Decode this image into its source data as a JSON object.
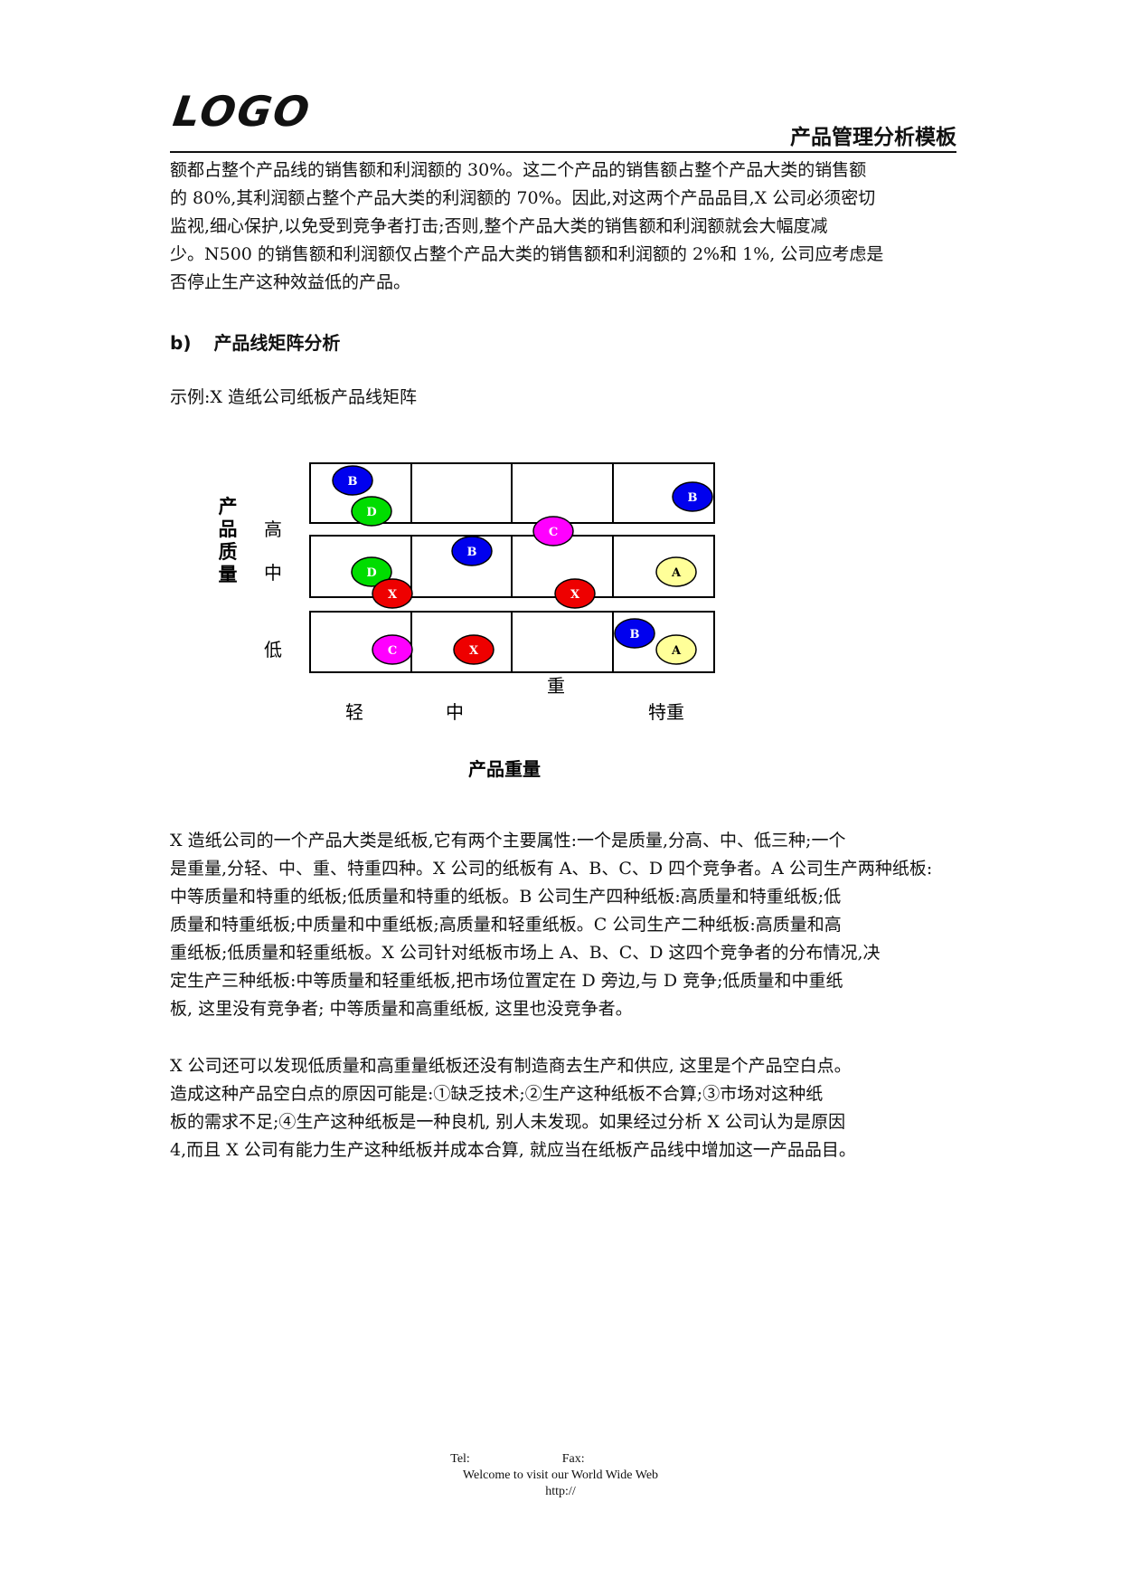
{
  "header": {
    "logo": "LOGO",
    "title": "产品管理分析模板"
  },
  "intro_lines": [
    "额都占整个产品线的销售额和利润额的 30%。这二个产品的销售额占整个产品大类的销售额",
    "的 80%,其利润额占整个产品大类的利润额的 70%。因此,对这两个产品品目,X 公司必须密切",
    "监视,细心保护,以免受到竞争者打击;否则,整个产品大类的销售额和利润额就会大幅度减",
    "少。N500 的销售额和利润额仅占整个产品大类的销售额和利润额的 2%和 1%, 公司应考虑是",
    "否停止生产这种效益低的产品。"
  ],
  "section": {
    "number": "b)",
    "title": "产品线矩阵分析"
  },
  "example_caption": "示例:X 造纸公司纸板产品线矩阵",
  "chart_data": {
    "type": "scatter",
    "title": "",
    "ylabel": "产品质量",
    "xlabel": "产品重量",
    "y_categories": [
      "高",
      "中",
      "低"
    ],
    "x_categories": [
      "轻",
      "中",
      "重",
      "特重"
    ],
    "points": [
      {
        "label": "B",
        "quality": "高",
        "weight": "轻",
        "color": "#0000ee"
      },
      {
        "label": "D",
        "quality": "高",
        "weight": "轻",
        "color": "#00dd00"
      },
      {
        "label": "B",
        "quality": "高",
        "weight": "特重",
        "color": "#0000ee"
      },
      {
        "label": "C",
        "quality": "高",
        "weight": "重",
        "color": "#ff00ff"
      },
      {
        "label": "B",
        "quality": "中",
        "weight": "中",
        "color": "#0000ee"
      },
      {
        "label": "D",
        "quality": "中",
        "weight": "轻",
        "color": "#00dd00"
      },
      {
        "label": "X",
        "quality": "中",
        "weight": "轻",
        "color": "#ee0000"
      },
      {
        "label": "X",
        "quality": "中",
        "weight": "重",
        "color": "#ee0000"
      },
      {
        "label": "A",
        "quality": "中",
        "weight": "特重",
        "color": "#ffff99"
      },
      {
        "label": "C",
        "quality": "低",
        "weight": "轻",
        "color": "#ff00ff"
      },
      {
        "label": "X",
        "quality": "低",
        "weight": "中",
        "color": "#ee0000"
      },
      {
        "label": "B",
        "quality": "低",
        "weight": "特重",
        "color": "#0000ee"
      },
      {
        "label": "A",
        "quality": "低",
        "weight": "特重",
        "color": "#ffff99"
      }
    ]
  },
  "body1_lines": [
    "X 造纸公司的一个产品大类是纸板,它有两个主要属性:一个是质量,分高、中、低三种;一个",
    "是重量,分轻、中、重、特重四种。X 公司的纸板有 A、B、C、D 四个竞争者。A 公司生产两种纸板:",
    "中等质量和特重的纸板;低质量和特重的纸板。B 公司生产四种纸板:高质量和特重纸板;低",
    "质量和特重纸板;中质量和中重纸板;高质量和轻重纸板。C 公司生产二种纸板:高质量和高",
    "重纸板;低质量和轻重纸板。X 公司针对纸板市场上 A、B、C、D 这四个竞争者的分布情况,决",
    "定生产三种纸板:中等质量和轻重纸板,把市场位置定在 D 旁边,与 D 竞争;低质量和中重纸",
    "板, 这里没有竞争者; 中等质量和高重纸板, 这里也没竞争者。"
  ],
  "body2_lines": [
    "X 公司还可以发现低质量和高重量纸板还没有制造商去生产和供应, 这里是个产品空白点。",
    "造成这种产品空白点的原因可能是:①缺乏技术;②生产这种纸板不合算;③市场对这种纸",
    "板的需求不足;④生产这种纸板是一种良机, 别人未发现。如果经过分析 X 公司认为是原因",
    "4,而且 X 公司有能力生产这种纸板并成本合算, 就应当在纸板产品线中增加这一产品品目。"
  ],
  "footer": {
    "tel": "Tel:",
    "fax": "Fax:",
    "welcome": "Welcome to visit our World Wide Web",
    "url": "http://"
  }
}
